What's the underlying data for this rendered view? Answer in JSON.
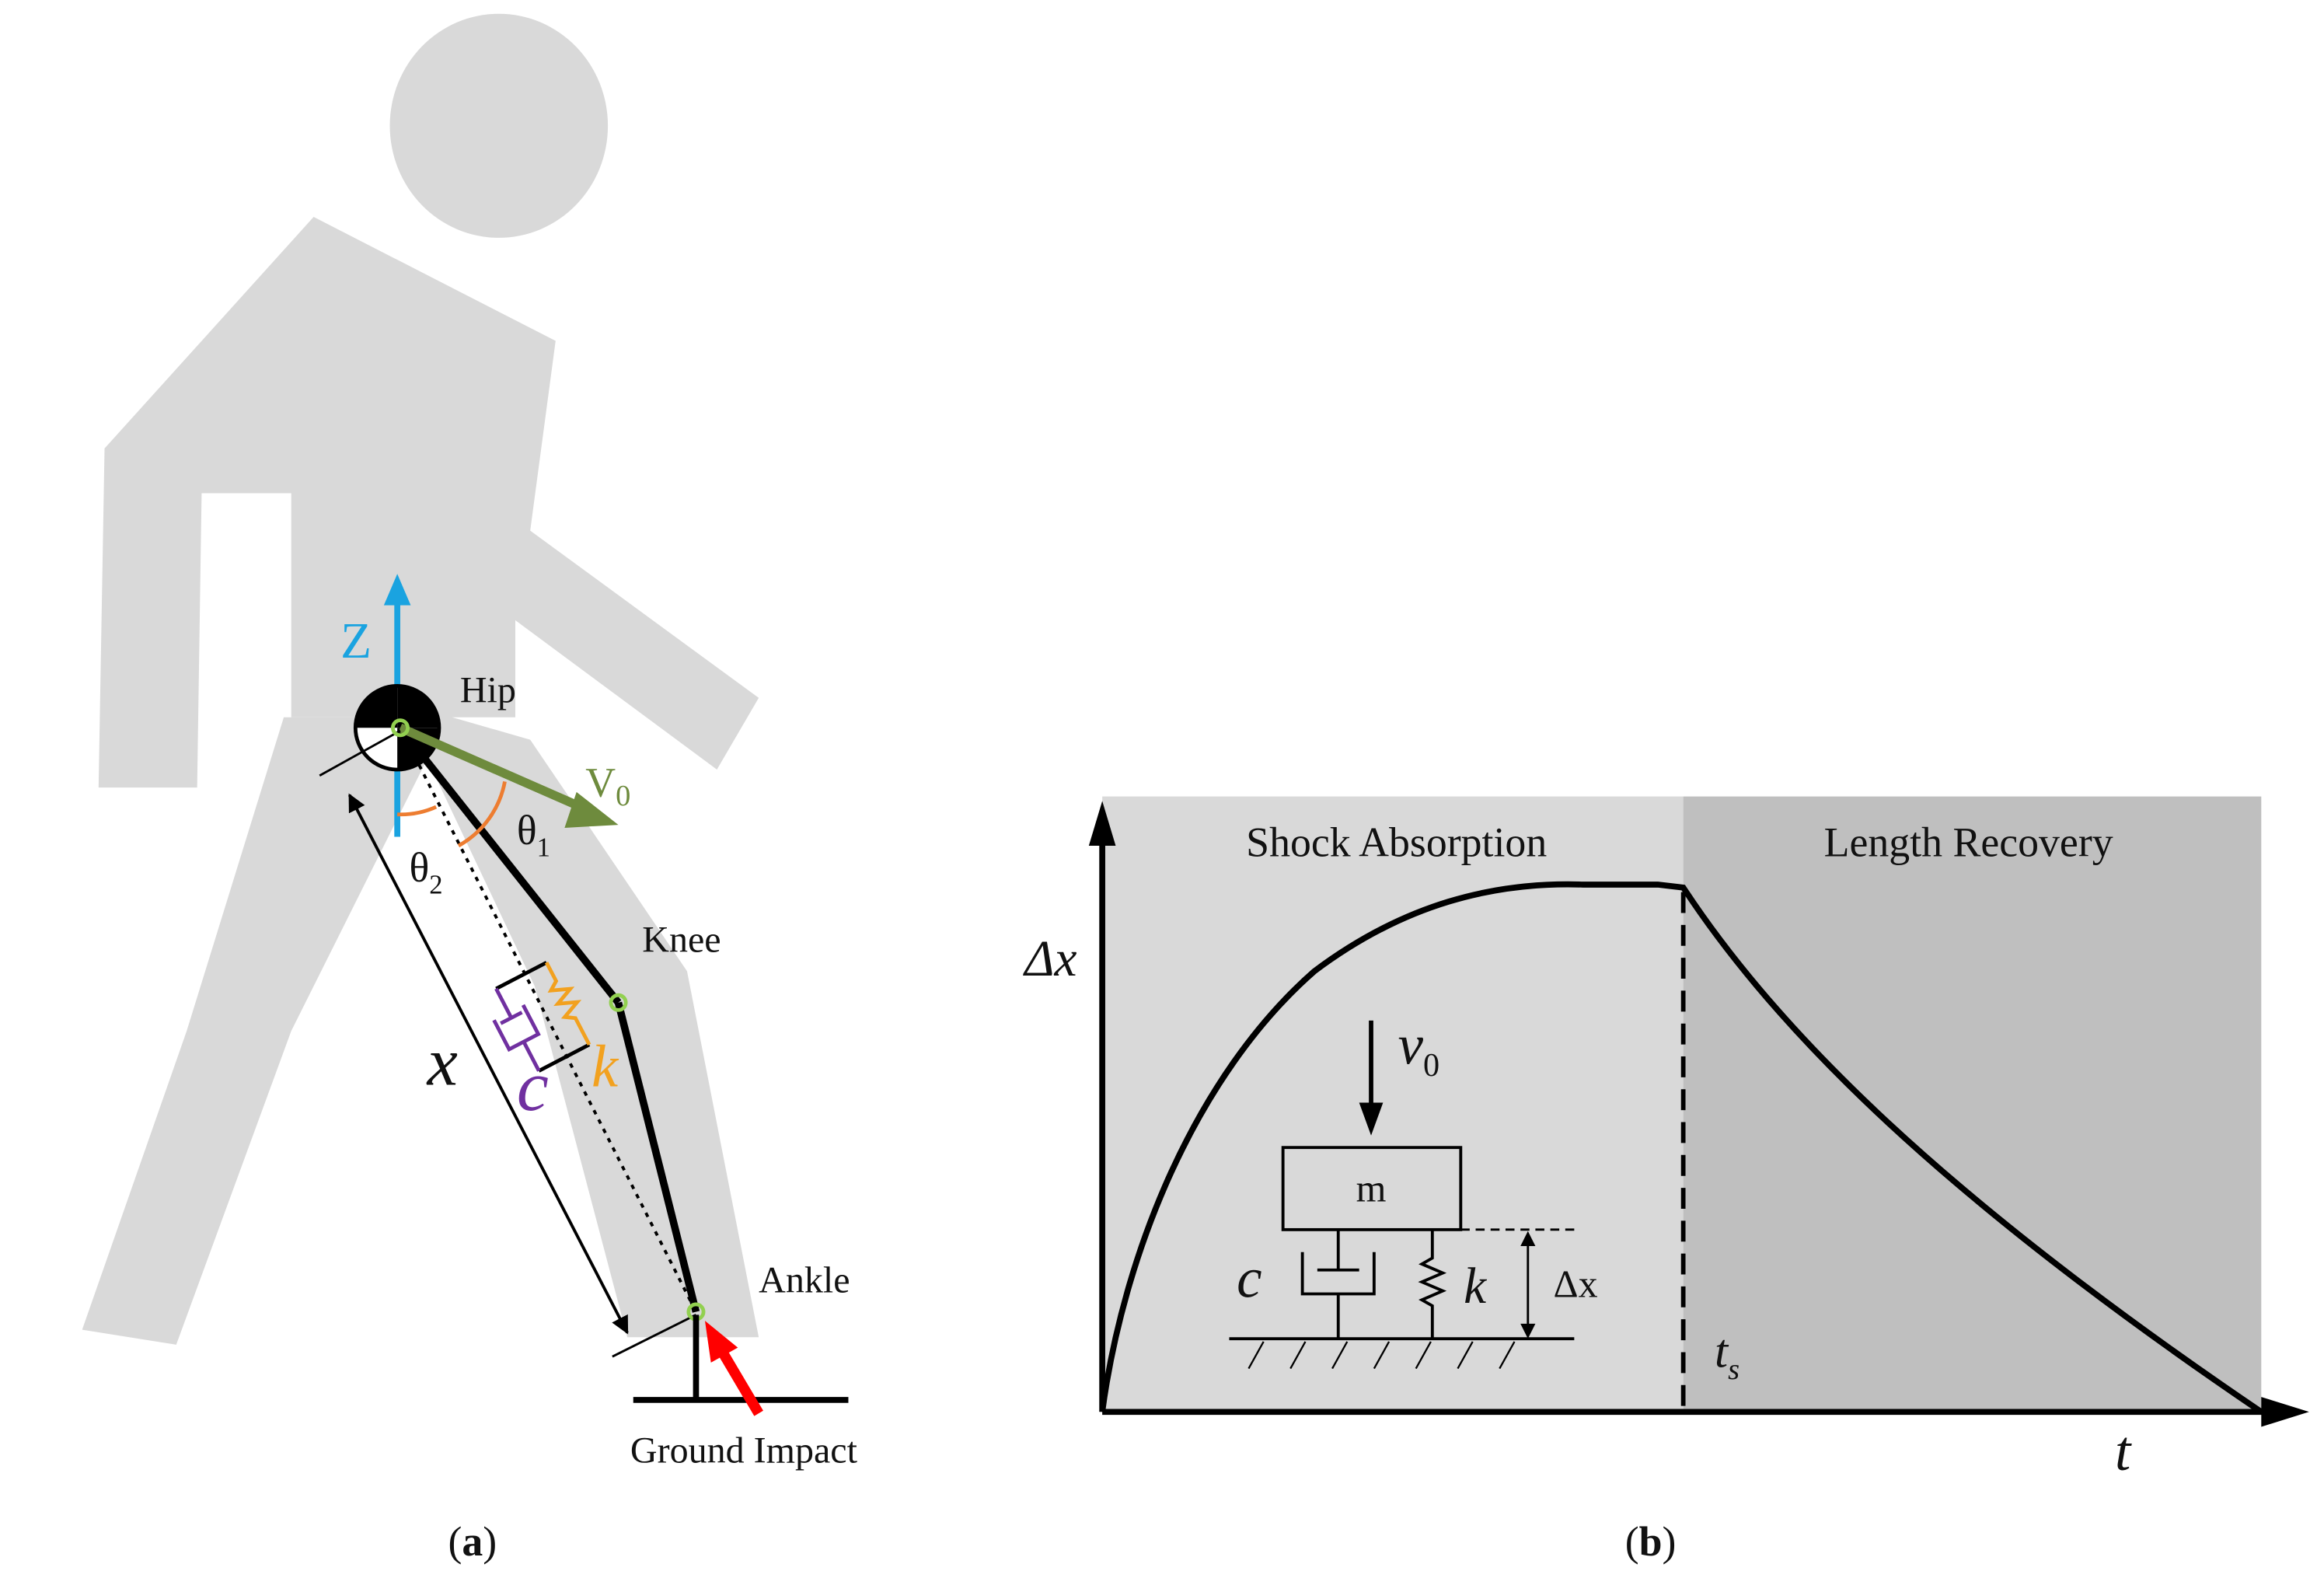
{
  "panel_a": {
    "caption_open": "(",
    "caption_letter": "a",
    "caption_close": ")",
    "axis_z": "Z",
    "hip": "Hip",
    "knee": "Knee",
    "ankle": "Ankle",
    "velocity": "V",
    "velocity_sub": "0",
    "theta1": "θ",
    "theta1_sub": "1",
    "theta2": "θ",
    "theta2_sub": "2",
    "length": "x",
    "damper": "c",
    "spring": "k",
    "ground_impact": "Ground Impact",
    "colors": {
      "body_silhouette": "#d9d9d9",
      "z_axis": "#1aa3e0",
      "velocity": "#6e8b3d",
      "damper": "#7030a0",
      "spring": "#f2a11f",
      "impact": "#ff0000",
      "angle_arc": "#ed7d31",
      "joint_marker": "#92d050"
    }
  },
  "panel_b": {
    "caption_open": "(",
    "caption_letter": "b",
    "caption_close": ")",
    "phase1": "Shock Absorption",
    "phase2": "Length Recovery",
    "y_label": "Δx",
    "x_label": "t",
    "ts_main": "t",
    "ts_sub": "s",
    "v0_main": "v",
    "v0_sub": "0",
    "mass": "m",
    "damper": "c",
    "spring": "k",
    "delta": "Δx",
    "colors": {
      "phase1_bg": "#d9d9d9",
      "phase2_bg": "#bfbfbf"
    }
  }
}
